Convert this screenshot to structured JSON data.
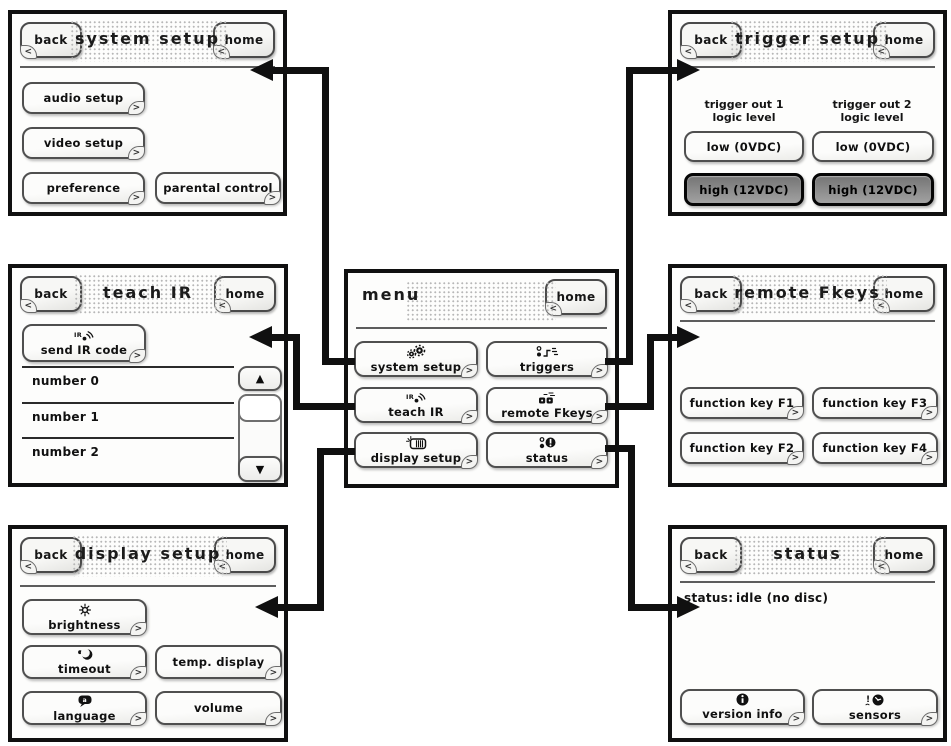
{
  "glyphs": {
    "fold_back": "<",
    "fold_next": ">",
    "scroll_up": "▲",
    "scroll_down": "▼"
  },
  "colors": {
    "arrow": "#101010",
    "panel_border": "#101010",
    "high_button_fill": "#8c8c8c"
  },
  "panels": {
    "system_setup": {
      "title": "system setup",
      "back": "back",
      "home": "home",
      "buttons": [
        "audio setup",
        "video setup",
        "preference",
        "parental control"
      ]
    },
    "trigger_setup": {
      "title": "trigger setup",
      "back": "back",
      "home": "home",
      "out1_line1": "trigger out 1",
      "out1_line2": "logic level",
      "out2_line1": "trigger out 2",
      "out2_line2": "logic level",
      "low": "low (0VDC)",
      "high": "high (12VDC)"
    },
    "teach_ir": {
      "title": "teach IR",
      "back": "back",
      "home": "home",
      "send_button": "send IR code",
      "items": [
        "number 0",
        "number 1",
        "number 2"
      ]
    },
    "menu": {
      "title": "menu",
      "home": "home",
      "items": [
        "system setup",
        "triggers",
        "teach IR",
        "remote Fkeys",
        "display setup",
        "status"
      ]
    },
    "remote_fkeys": {
      "title": "remote Fkeys",
      "back": "back",
      "home": "home",
      "buttons": [
        "function key F1",
        "function key F3",
        "function key F2",
        "function key F4"
      ]
    },
    "display_setup": {
      "title": "display setup",
      "back": "back",
      "home": "home",
      "buttons": [
        "brightness",
        "timeout",
        "temp. display",
        "language",
        "volume"
      ]
    },
    "status": {
      "title": "status",
      "back": "back",
      "home": "home",
      "status_label": "status:",
      "status_value": "idle (no disc)",
      "buttons": [
        "version info",
        "sensors"
      ]
    }
  }
}
